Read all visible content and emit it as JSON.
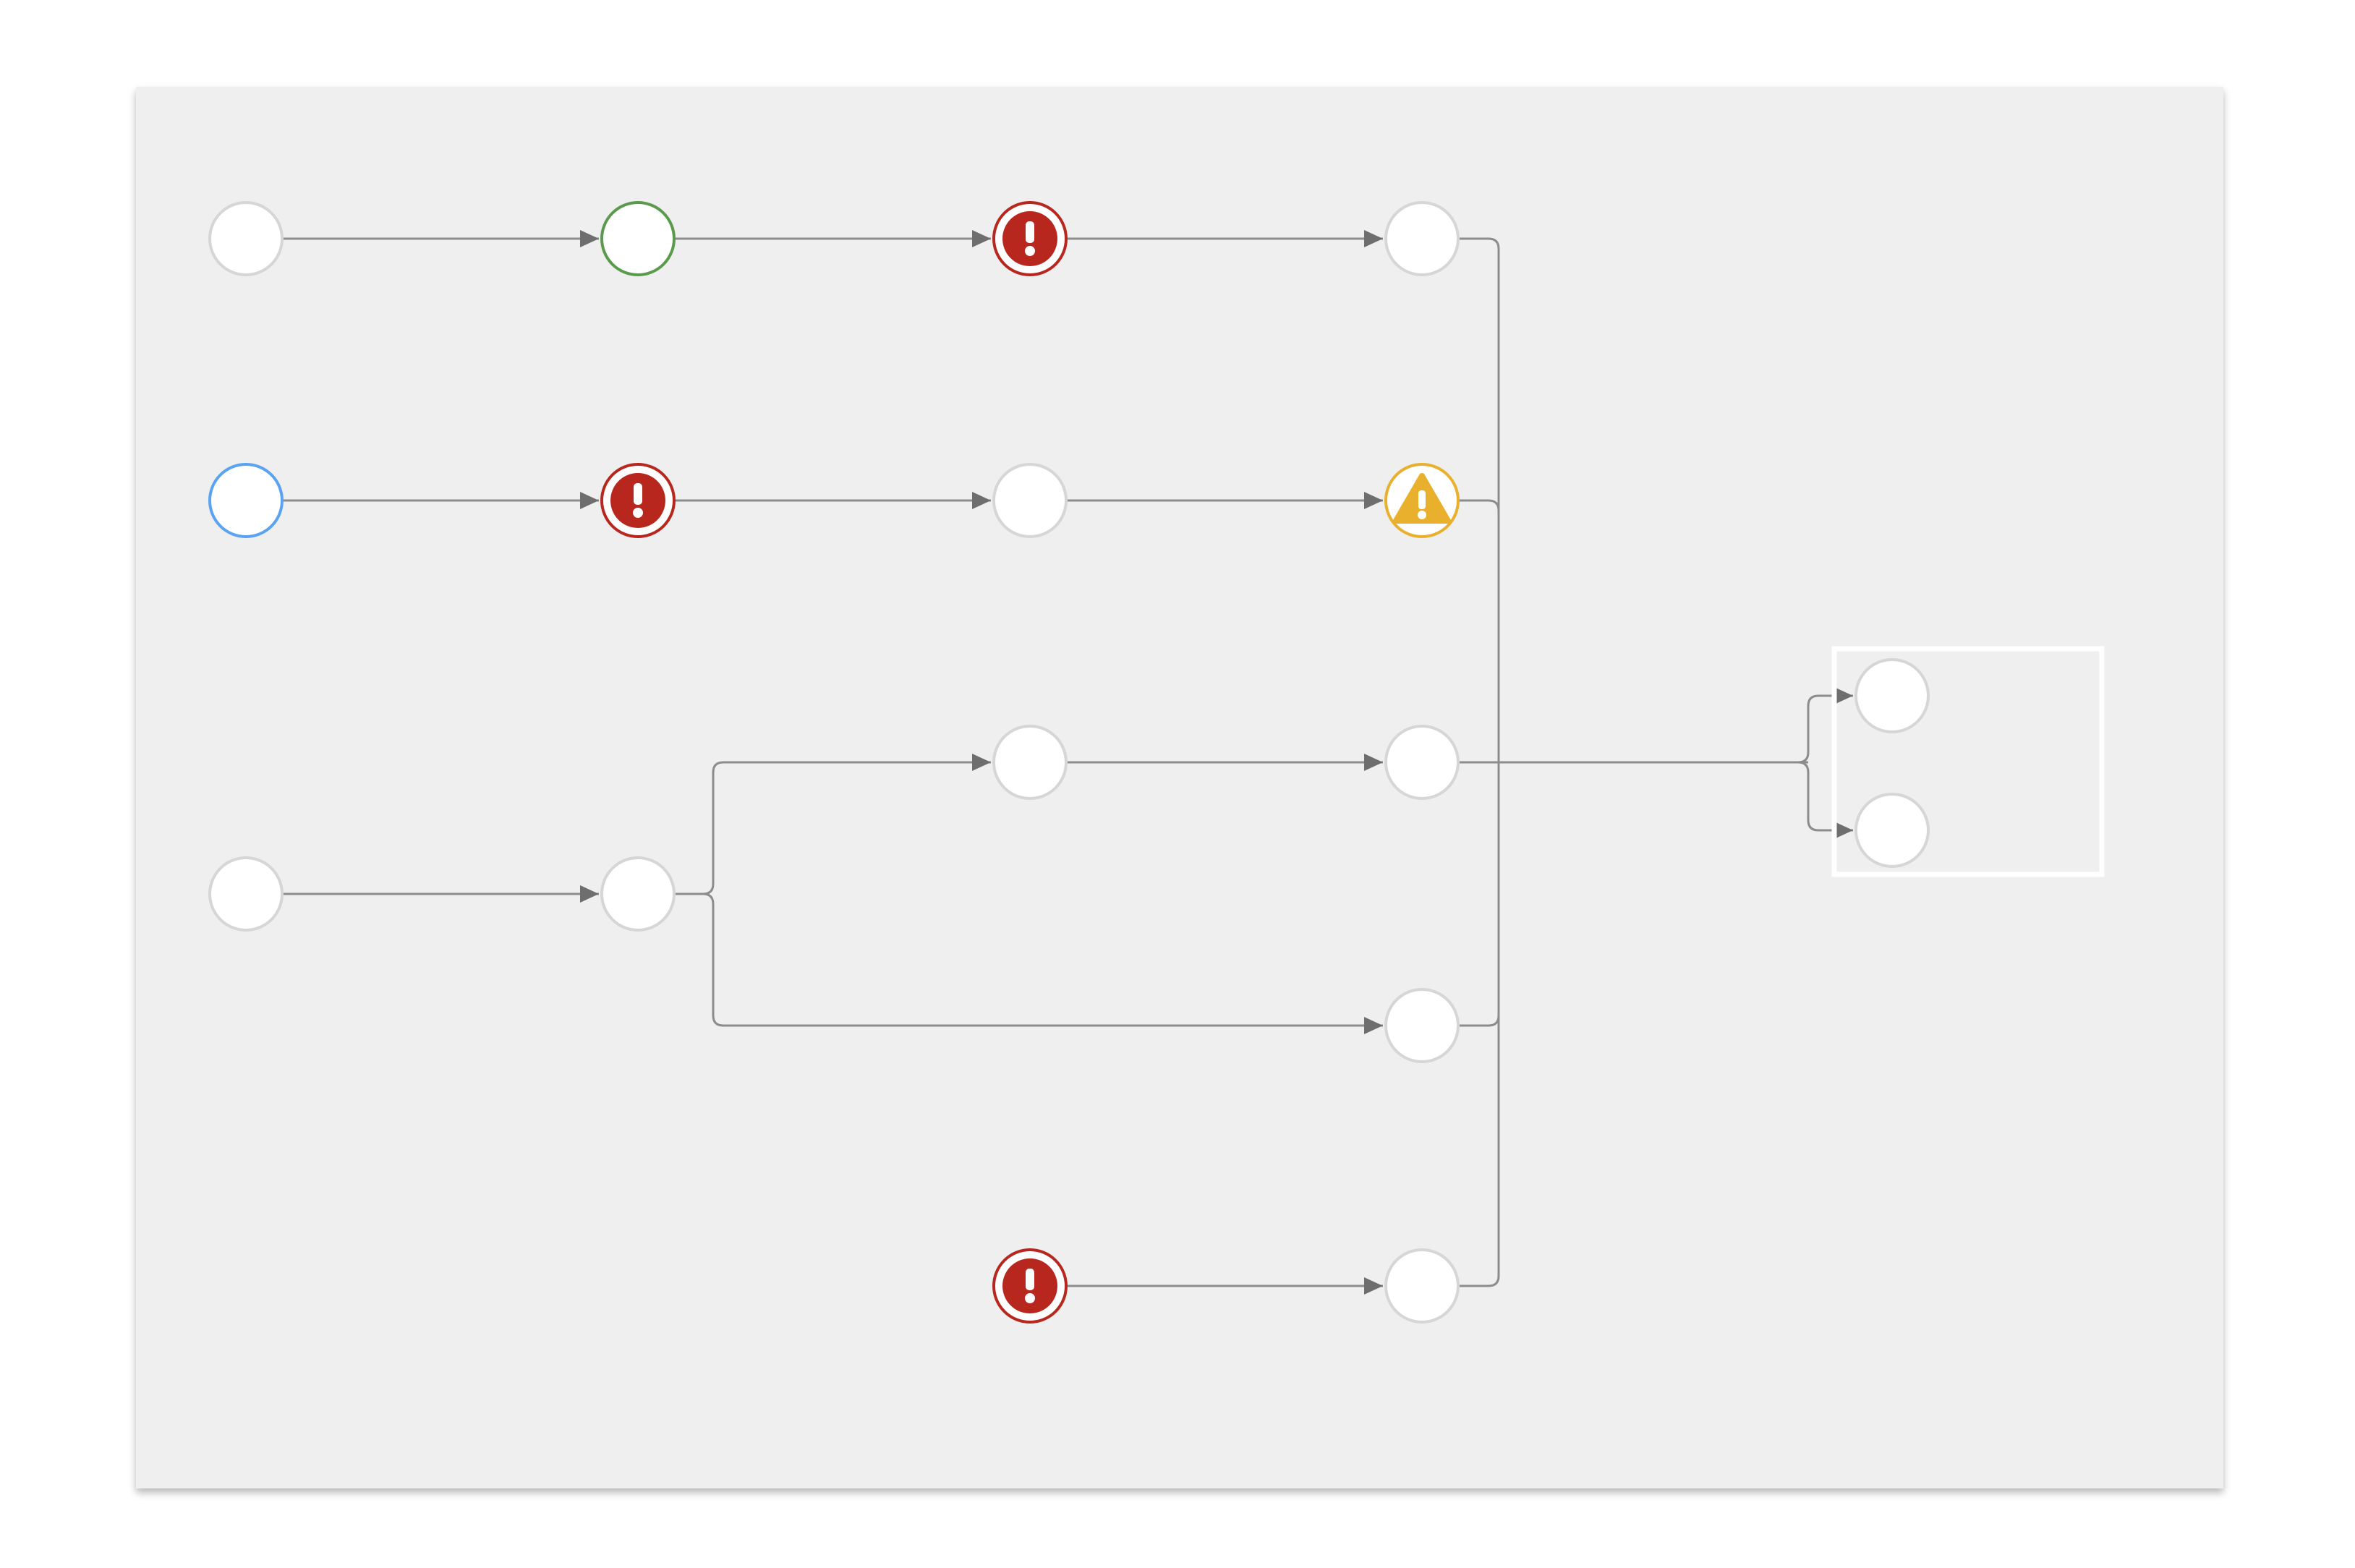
{
  "colors": {
    "canvas_background": "#efefef",
    "edge": "#8c8c8c",
    "node_fill": "#ffffff",
    "node_default_border": "#d6d6d6",
    "success_border": "#5a9a4c",
    "running_border": "#5aa2f2",
    "error": "#b8271e",
    "warning": "#e8b02c"
  },
  "diagram": {
    "nodes": [
      {
        "id": "n1",
        "status": "default",
        "icon": "none"
      },
      {
        "id": "n2",
        "status": "success",
        "icon": "none"
      },
      {
        "id": "n3",
        "status": "error",
        "icon": "error-icon"
      },
      {
        "id": "n4",
        "status": "default",
        "icon": "none"
      },
      {
        "id": "n5",
        "status": "running",
        "icon": "none"
      },
      {
        "id": "n6",
        "status": "error",
        "icon": "error-icon"
      },
      {
        "id": "n7",
        "status": "default",
        "icon": "none"
      },
      {
        "id": "n8",
        "status": "warning",
        "icon": "warning-icon"
      },
      {
        "id": "n9",
        "status": "default",
        "icon": "none"
      },
      {
        "id": "n10",
        "status": "default",
        "icon": "none"
      },
      {
        "id": "n11",
        "status": "default",
        "icon": "none"
      },
      {
        "id": "n12",
        "status": "default",
        "icon": "none"
      },
      {
        "id": "n13",
        "status": "default",
        "icon": "none"
      },
      {
        "id": "n14",
        "status": "error",
        "icon": "error-icon"
      },
      {
        "id": "n15",
        "status": "default",
        "icon": "none"
      },
      {
        "id": "n16",
        "status": "default",
        "icon": "none"
      },
      {
        "id": "n17",
        "status": "default",
        "icon": "none"
      }
    ],
    "edges": [
      {
        "from": "n1",
        "to": "n2"
      },
      {
        "from": "n2",
        "to": "n3"
      },
      {
        "from": "n3",
        "to": "n4"
      },
      {
        "from": "n5",
        "to": "n6"
      },
      {
        "from": "n6",
        "to": "n7"
      },
      {
        "from": "n7",
        "to": "n8"
      },
      {
        "from": "n9",
        "to": "n10"
      },
      {
        "from": "n10",
        "to": "n11"
      },
      {
        "from": "n10",
        "to": "n13"
      },
      {
        "from": "n11",
        "to": "n12"
      },
      {
        "from": "n14",
        "to": "n15"
      },
      {
        "from": "n4",
        "to": "n16"
      },
      {
        "from": "n8",
        "to": "n16"
      },
      {
        "from": "n12",
        "to": "n16"
      },
      {
        "from": "n13",
        "to": "n16"
      },
      {
        "from": "n15",
        "to": "n16"
      },
      {
        "from": "n4",
        "to": "n17"
      },
      {
        "from": "n8",
        "to": "n17"
      },
      {
        "from": "n12",
        "to": "n17"
      },
      {
        "from": "n13",
        "to": "n17"
      },
      {
        "from": "n15",
        "to": "n17"
      }
    ],
    "groups": [
      {
        "id": "g1",
        "members": [
          "n16",
          "n17"
        ]
      }
    ]
  }
}
